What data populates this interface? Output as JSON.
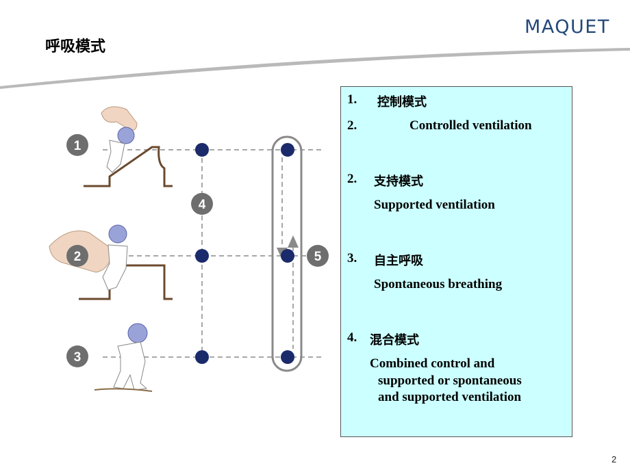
{
  "slide": {
    "title": "呼吸模式",
    "logo": "MAQUET",
    "page_number": "2"
  },
  "illustration": {
    "badges": [
      "1",
      "2",
      "3",
      "4",
      "5"
    ]
  },
  "modes": [
    {
      "number": "1.",
      "zh": "控制模式",
      "en_number": "2.",
      "en": "Controlled ventilation"
    },
    {
      "number": "2.",
      "zh": "支持模式",
      "en": "Supported ventilation"
    },
    {
      "number": "3.",
      "zh": "自主呼吸",
      "en": "Spontaneous breathing"
    },
    {
      "number": "4.",
      "zh": "混合模式",
      "en_lines": [
        "Combined control and",
        "supported or spontaneous",
        "and supported ventilation"
      ]
    }
  ],
  "colors": {
    "box_fill": "#ccffff",
    "dot": "#1b2a6b",
    "badge": "#6e6e6e",
    "stair": "#6b4a2e",
    "logo": "#23487a"
  }
}
